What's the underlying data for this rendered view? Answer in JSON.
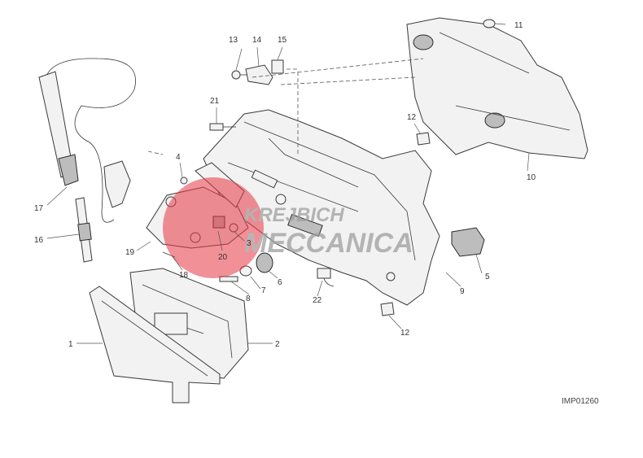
{
  "diagram": {
    "drawing_code": "IMP01260",
    "callouts": [
      "1",
      "2",
      "3",
      "4",
      "5",
      "6",
      "7",
      "8",
      "9",
      "10",
      "11",
      "12",
      "12",
      "13",
      "14",
      "15",
      "16",
      "17",
      "18",
      "19",
      "20",
      "21",
      "22"
    ]
  },
  "watermark": {
    "line1": "KREJBICH",
    "line2": "MECCANICA",
    "color": "#e63946"
  }
}
